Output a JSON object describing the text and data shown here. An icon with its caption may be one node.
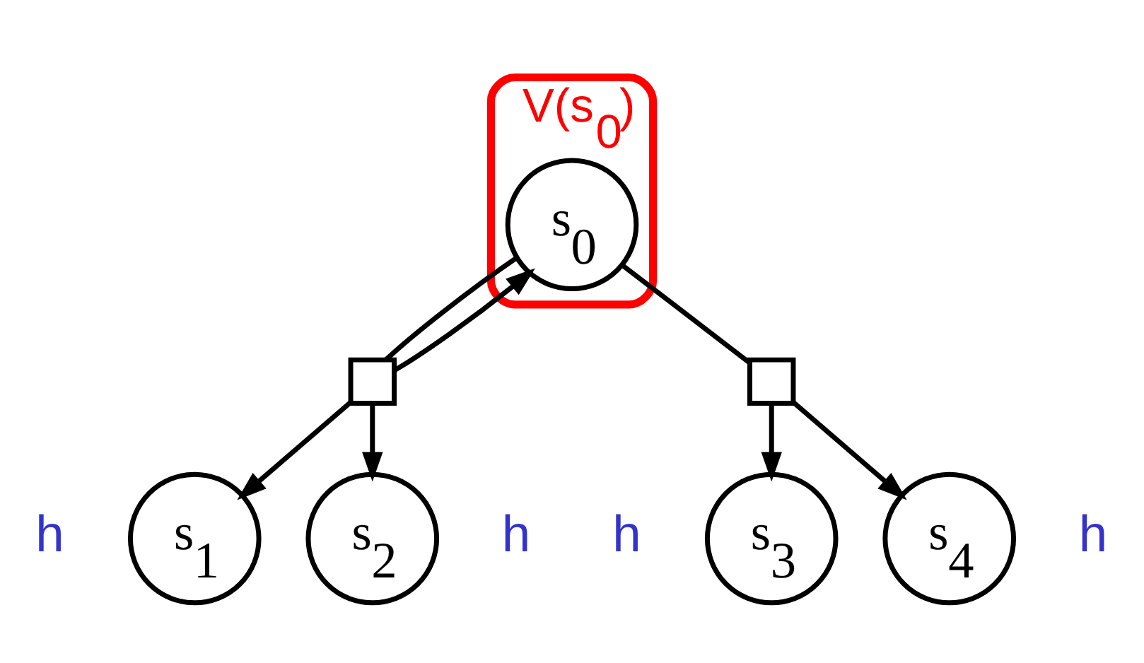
{
  "diagram": {
    "nodes": [
      {
        "text": [
          "V(s$_{0}$)"
        ]
      },
      {
        "text": [
          "s$_{0}$"
        ],
        "in": 0
      },
      {
        "text": [],
        "shape": "box"
      },
      {
        "text": [],
        "shape": "box"
      },
      {
        "text": [
          "s$_{1}$"
        ],
        "beside": [
          "h"
        ]
      },
      {
        "text": [
          "s$_{2}$"
        ],
        "beside": [
          "h"
        ]
      },
      {
        "text": [
          "s$_{3}$"
        ],
        "beside": [
          "h"
        ]
      },
      {
        "text": [
          "s$_{4}$"
        ],
        "beside": [
          "h"
        ]
      }
    ],
    "edges": [
      {
        "from": 1,
        "to": 2,
        "arrow": "none"
      },
      {
        "from": 1,
        "to": 3,
        "arrow": "none"
      },
      {
        "from": 2,
        "to": 4,
        "arrow": "to"
      },
      {
        "from": 2,
        "to": 5,
        "arrow": "to"
      },
      {
        "from": 3,
        "to": 6,
        "arrow": "to"
      },
      {
        "from": 3,
        "to": 7,
        "arrow": "to"
      },
      {
        "from": 2,
        "to": 1,
        "arrow": "to"
      }
    ]
  }
}
